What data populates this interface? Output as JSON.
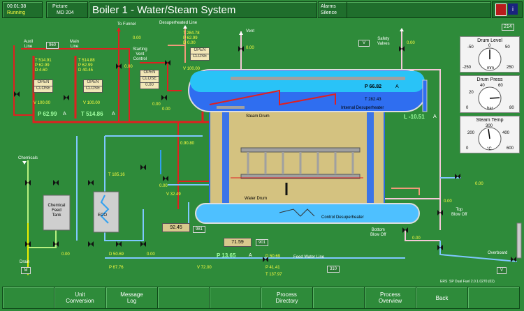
{
  "header": {
    "time": "00:01:38",
    "status": "Running",
    "picture_label": "Picture",
    "picture_id": "MD 204",
    "title": "Boiler 1 - Water/Steam System",
    "alarms": "Alarms",
    "silence": "Silence",
    "page_code": "214"
  },
  "labels": {
    "aux_line": "Auxil\nLine",
    "aux_code": "960",
    "main_line": "Main\nLine",
    "to_funnel": "To Funnel",
    "desup_line": "Desuperheated Line",
    "vent": "Vent",
    "vent_code": "V",
    "safety_valves": "Safety\nValves",
    "starting_vent": "Starting\nVent\nControl",
    "steam_drum": "Steam Drum",
    "water_drum": "Water Drum",
    "internal_desup": "Internal Desuperheater",
    "control_desup": "Control Desuperheater",
    "chemicals": "Chemicals",
    "chem_tank": "Chemical\nFeed\nTank",
    "eco": "ECO",
    "drain": "Drain",
    "drain_code": "M",
    "top_blow": "Top\nBlow Off",
    "bottom_blow": "Bottom\nBlow Off",
    "overboard": "Overboard",
    "overboard_code": "V",
    "feed_water": "Feed Water Line",
    "feed_code": "310",
    "box_981": "981",
    "box_901": "901",
    "footer_id": "ERS  SP Dual Fuel 2.0.1.0270 (02)"
  },
  "buttons": {
    "open": "OPEN",
    "close": "CLOSE"
  },
  "values": {
    "aux_t": "T 514.91",
    "aux_p": "P 62.99",
    "aux_d": "D 4.60",
    "main_t": "T 514.88",
    "main_p": "P 62.99",
    "main_d": "D 40.45",
    "aux_v": "V 100.00",
    "main_v": "V 100.00",
    "p_big": "P 62.99",
    "p_big_unit": "A",
    "t_big": "T 514.86",
    "t_big_unit": "A",
    "funnel_v": "0.00",
    "funnel_vv": "0.00",
    "desup_t": "T 284.78",
    "desup_p": "P 62.99",
    "desup_d": "D 0.00",
    "desup_v": "V 100.00",
    "vent_v": "0.00",
    "safety_v": "0.00",
    "startvent_v": "0.00",
    "startvent_v2": "0.00",
    "drum_p": "P 66.82",
    "drum_p_unit": "A",
    "drum_t": "T 282.43",
    "drum_l": "L -10.51",
    "drum_l_unit": "A",
    "v_090": "0.90.80",
    "eco_t": "T 185.16",
    "v_000_a": "0.00",
    "v_3249": "V 32.49",
    "v_9245": "92.45",
    "v_7159": "71.59",
    "p_feed": "P 13.65",
    "p_feed_unit": "A",
    "d_feed": "D 50.69",
    "p_4141": "P 41.41",
    "t_13797": "T 137.97",
    "v_7200": "V 72.00",
    "p_6776": "P 67.76",
    "d_5669": "D 50.69",
    "v_000_b": "0.00",
    "v_000_c": "0.00",
    "v_000_d": "0.00",
    "v_000_e": "0.00",
    "v_000_f": "0.00",
    "v_000_g": "0.00"
  },
  "gauges": [
    {
      "title": "Drum Level",
      "unit": "mm",
      "min": "-250",
      "max": "250",
      "t1": "-50",
      "t2": "0",
      "t3": "50",
      "value": 0.5
    },
    {
      "title": "Drum Press",
      "unit": "bar",
      "min": "0",
      "max": "80",
      "t1": "20",
      "t2": "40",
      "t3": "60",
      "value": 0.82
    },
    {
      "title": "Steam Temp",
      "unit": "°C",
      "min": "0",
      "max": "600",
      "t1": "200",
      "t2": "300",
      "t3": "400",
      "value": 0.47
    }
  ],
  "bottom_buttons": [
    {
      "label": "",
      "name": "blank-btn-1"
    },
    {
      "label": "Unit\nConversion",
      "name": "unit-conversion-button"
    },
    {
      "label": "Message\nLog",
      "name": "message-log-button"
    },
    {
      "label": "",
      "name": "blank-btn-2"
    },
    {
      "label": "",
      "name": "blank-btn-3"
    },
    {
      "label": "Process\nDirectory",
      "name": "process-directory-button"
    },
    {
      "label": "",
      "name": "blank-btn-4"
    },
    {
      "label": "Process\nOverview",
      "name": "process-overview-button"
    },
    {
      "label": "Back",
      "name": "back-button"
    },
    {
      "label": "",
      "name": "blank-btn-5"
    }
  ]
}
